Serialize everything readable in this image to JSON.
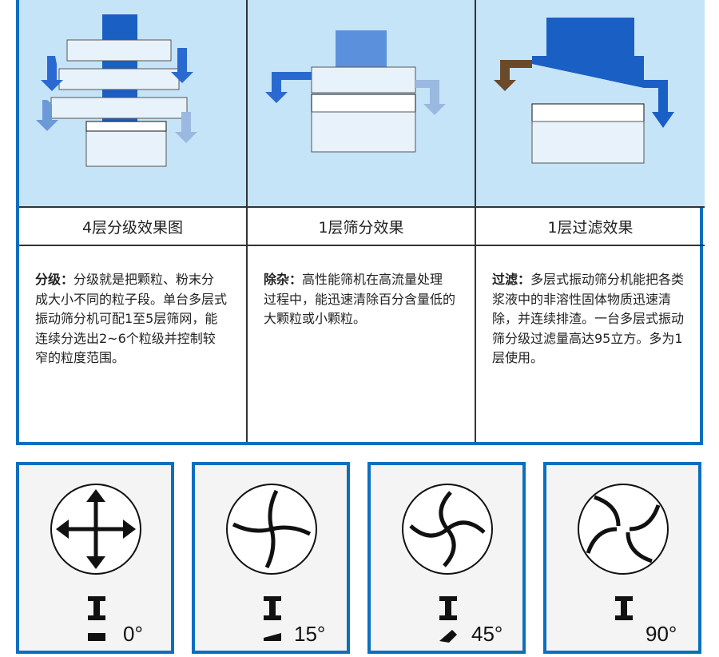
{
  "columns": [
    {
      "title": "4层分级效果图",
      "label": "分级：",
      "text": "分级就是把颗粒、粉末分成大小不同的粒子段。单台多层式振动筛分机可配1至5层筛网，能连续分选出2~6个粒级并控制较窄的粒度范围。"
    },
    {
      "title": "1层筛分效果",
      "label": "除杂：",
      "text": "高性能筛机在高流量处理过程中，能迅速清除百分含量低的大颗粒或小颗粒。"
    },
    {
      "title": "1层过滤效果",
      "label": "过滤：",
      "text": "多层式振动筛分机能把各类浆液中的非溶性固体物质迅速清除，并连续排渣。一台多层式振动筛分级过滤量高达95立方。多为1层使用。"
    }
  ],
  "angles": [
    {
      "value": "0°",
      "icon": "straight-arrows-icon"
    },
    {
      "value": "15°",
      "icon": "slight-swirl-arrows-icon"
    },
    {
      "value": "45°",
      "icon": "swirl-arrows-icon"
    },
    {
      "value": "90°",
      "icon": "inward-swirl-arrows-icon"
    }
  ],
  "colors": {
    "border": "#0b6fc0",
    "panel": "#c6e4f7"
  }
}
